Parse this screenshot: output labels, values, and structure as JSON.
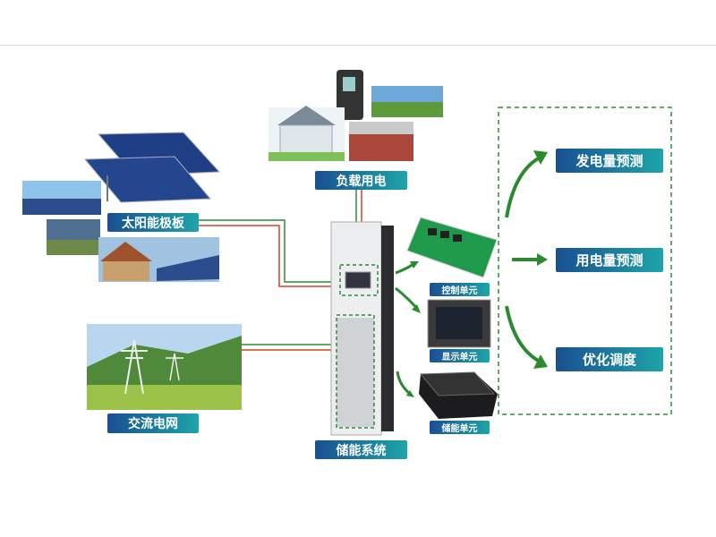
{
  "labels": {
    "solar": "太阳能极板",
    "load": "负载用电",
    "grid": "交流电网",
    "storage_system": "储能系统",
    "control_unit": "控制单元",
    "display_unit": "显示单元",
    "storage_unit": "储能单元"
  },
  "functions": [
    "发电量预测",
    "用电量预测",
    "优化调度"
  ],
  "colors": {
    "line_green": "#2e8b3a",
    "line_red": "#d9402a",
    "arrow": "#2a8a2e",
    "label_from": "#1a4f92",
    "label_to": "#1da5a8"
  }
}
